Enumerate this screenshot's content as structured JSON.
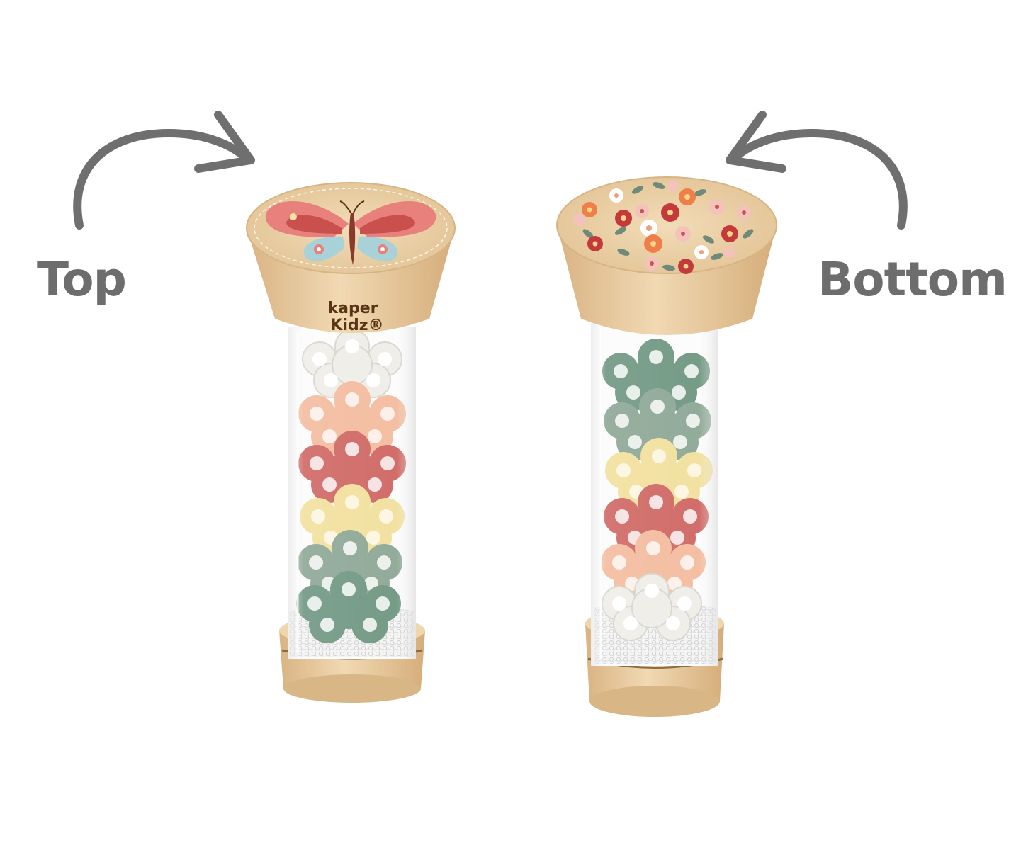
{
  "labels": {
    "top": "Top",
    "bottom": "Bottom"
  },
  "brand": {
    "line1": "kaper",
    "line2": "Kidz®"
  },
  "colors": {
    "background": "#ffffff",
    "label_gray": "#6d6d6d",
    "arrow_gray": "#6f6f6f",
    "wood": "#e6c89c",
    "wood_dark": "#cfa673",
    "brand_brown": "#5a3514",
    "flower_white": "#ecebe4",
    "flower_peach": "#f2b392",
    "flower_red": "#c95450",
    "flower_yellow": "#f0dc90",
    "flower_sage": "#7f9c88",
    "flower_green": "#5d8a72"
  },
  "icons": {
    "arrow_left": "curved-arrow-right-icon",
    "arrow_right": "curved-arrow-left-icon",
    "cap_top": "butterfly-icon",
    "cap_bottom": "floral-pattern-icon"
  }
}
